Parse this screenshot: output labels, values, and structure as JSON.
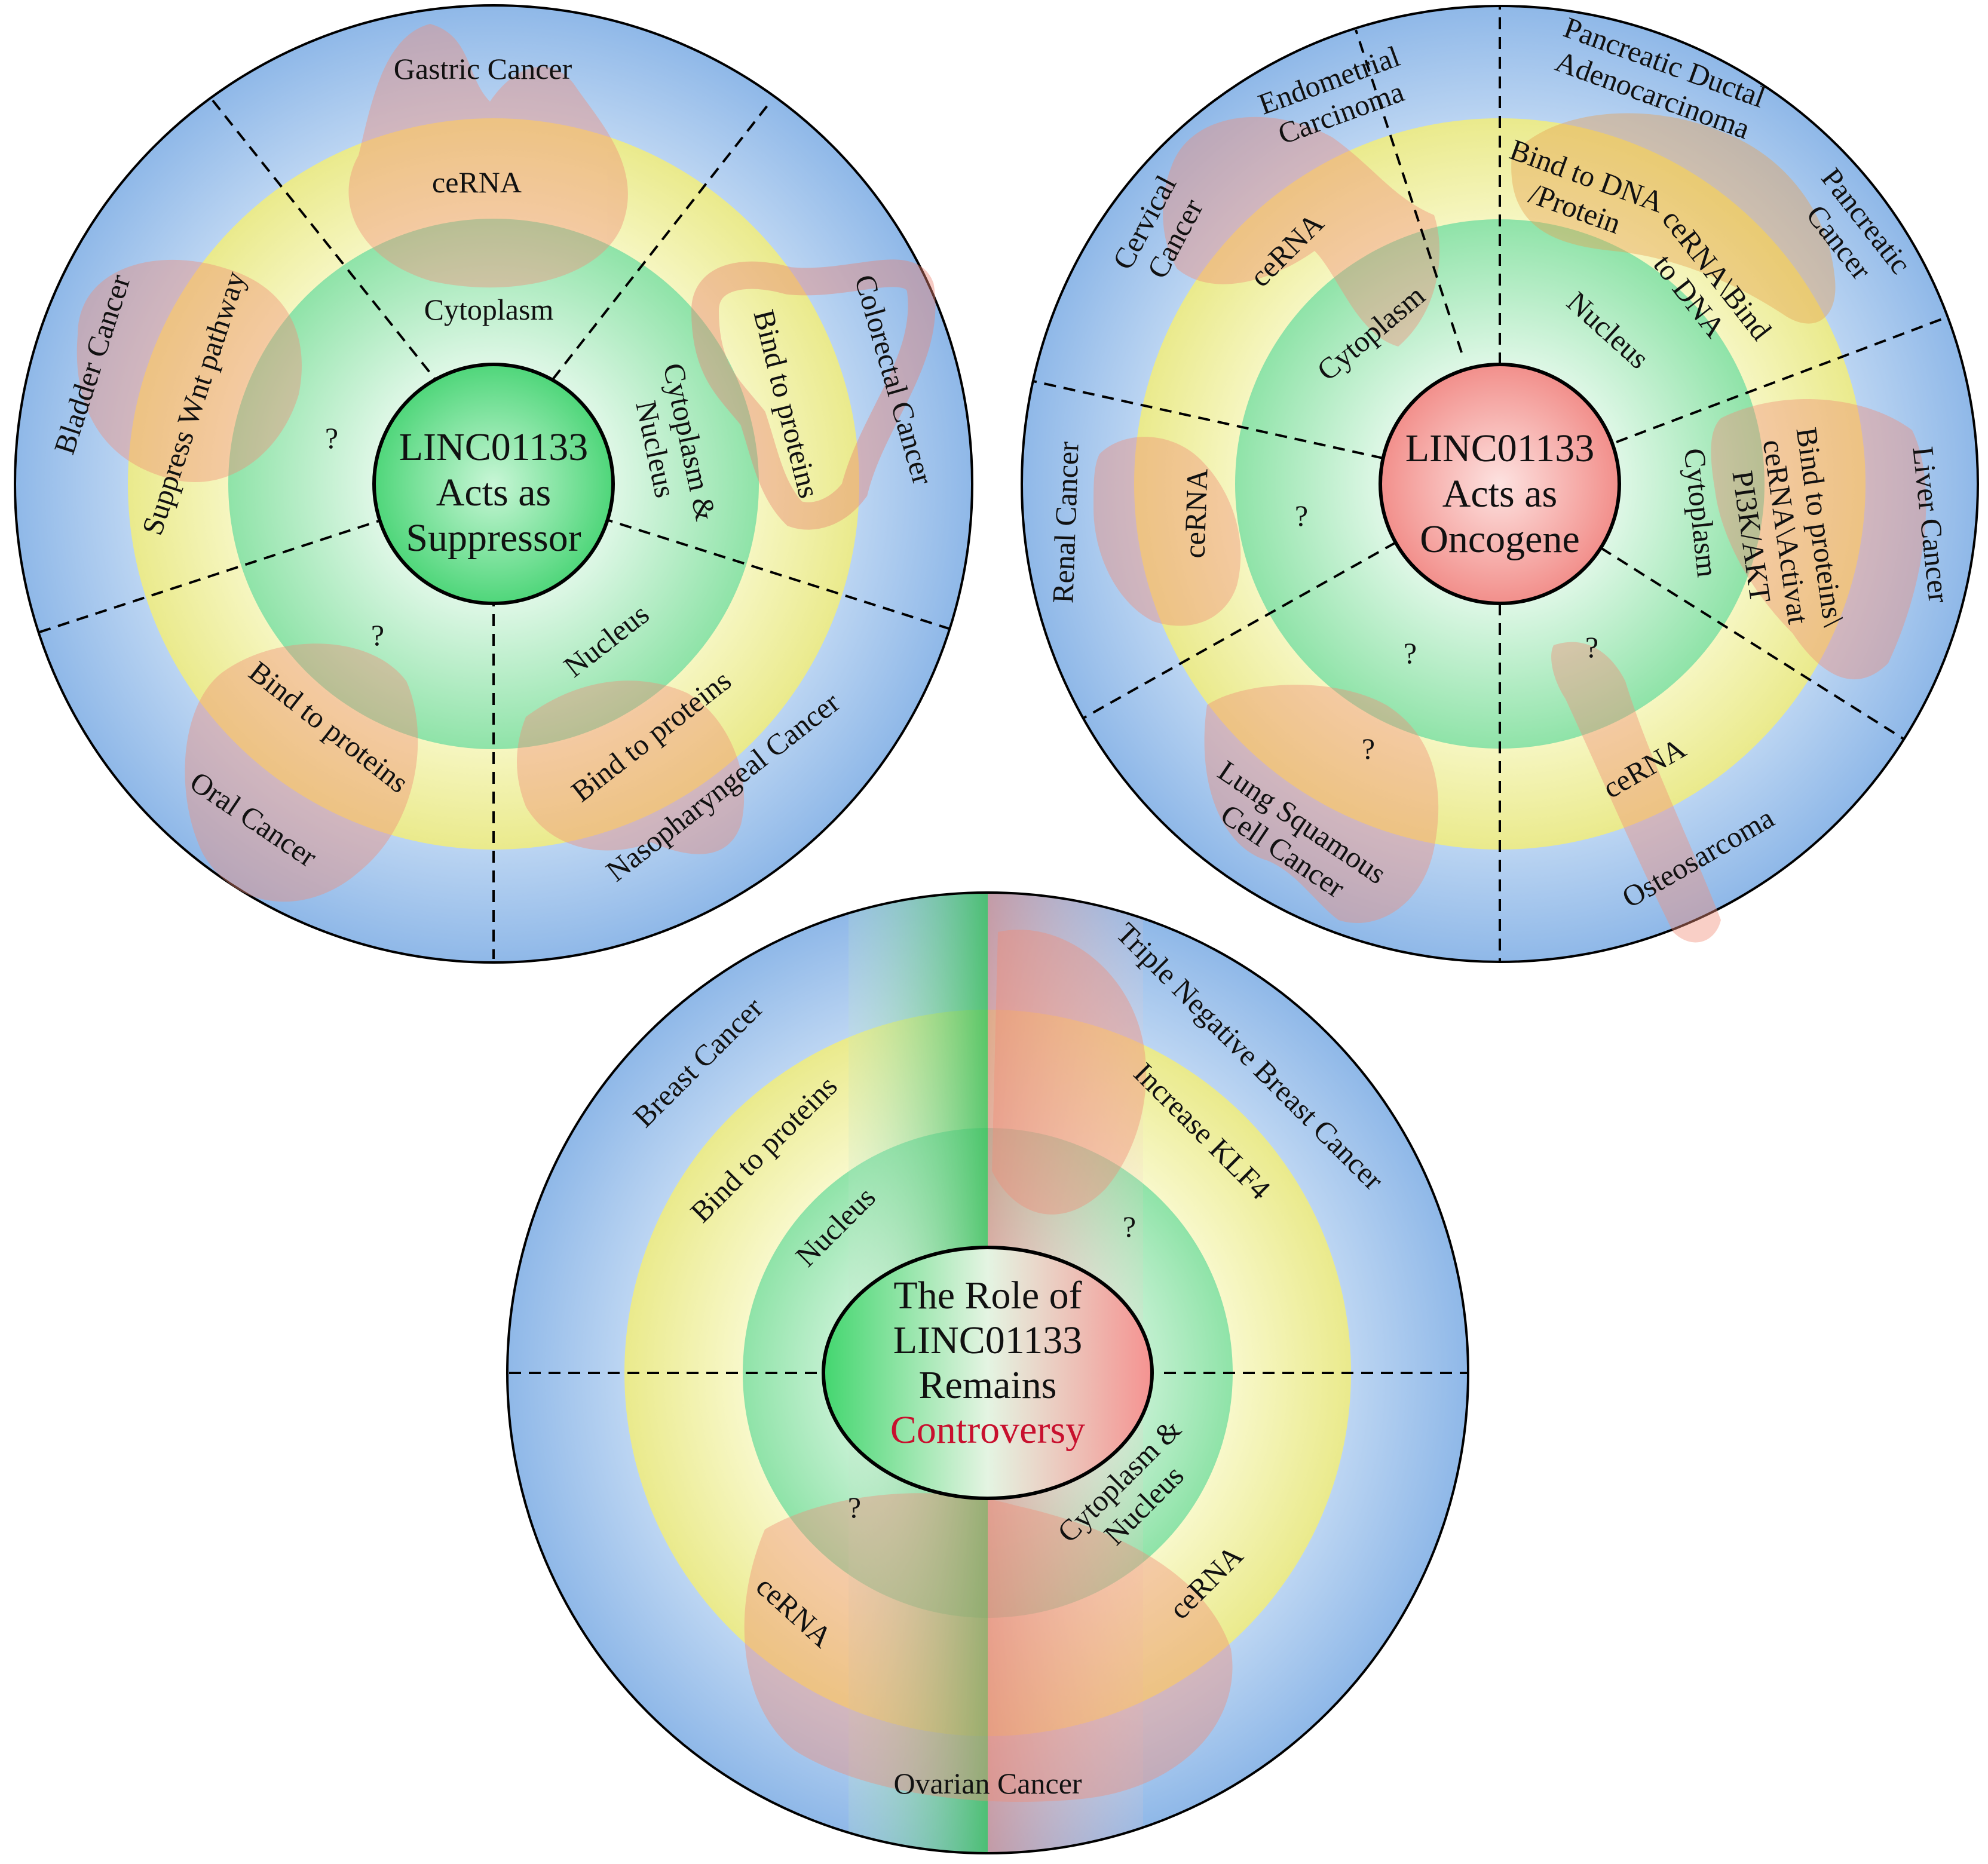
{
  "suppressor": {
    "center": [
      "LINC01133",
      "Acts as",
      "Suppressor"
    ],
    "cancers": {
      "gastric": "Gastric Cancer",
      "colorectal": "Colorectal Cancer",
      "nasopharyngeal": "Nasopharyngeal Cancer",
      "oral": "Oral Cancer",
      "bladder": "Bladder Cancer"
    },
    "mechanisms": {
      "gastric": "ceRNA",
      "colorectal": "Bind to proteins",
      "nasopharyngeal": "Bind to proteins",
      "oral": "Bind to proteins",
      "bladder": "Suppress Wnt pathway"
    },
    "locations": {
      "gastric": "Cytoplasm",
      "colorectal": [
        "Cytoplasm &",
        "Nucleus"
      ],
      "nasopharyngeal": "Nucleus",
      "oral": "?",
      "bladder": "?"
    }
  },
  "oncogene": {
    "center": [
      "LINC01133",
      "Acts as",
      "Oncogene"
    ],
    "cancers": {
      "pdac": [
        "Pancreatic Ductal",
        "Adenocarcinoma"
      ],
      "pancreatic": [
        "Pancreatic",
        "Cancer"
      ],
      "liver": "Liver Cancer",
      "osteosarcoma": "Osteosarcoma",
      "lung": [
        "Lung Squamous",
        "Cell Cancer"
      ],
      "renal": "Renal Cancer",
      "cervical": [
        "Cervical",
        "Cancer"
      ],
      "endometrial": [
        "Endometrial",
        "Carcinoma"
      ]
    },
    "mechanisms": {
      "pdac": [
        "Bind to DNA",
        "/Protein"
      ],
      "pancreatic": [
        "ceRNA\\Bind",
        "to DNA"
      ],
      "liver": [
        "Bind to proteins\\",
        "ceRNA\\Activat",
        "PI3K/AKT"
      ],
      "osteosarcoma": "ceRNA",
      "lung": "?",
      "renal": "ceRNA",
      "cervical": "ceRNA"
    },
    "locations": {
      "nucleus": "Nucleus",
      "liver": "Cytoplasm",
      "osteosarcoma": "?",
      "lung": "?",
      "renal": "?",
      "cytoplasm": "Cytoplasm"
    }
  },
  "controversy": {
    "center": [
      "The Role of",
      "LINC01133",
      "Remains"
    ],
    "center_highlight": "Controversy",
    "cancers": {
      "breast": "Breast Cancer",
      "tnbc": "Triple Negative Breast Cancer",
      "ovarian": "Ovarian Cancer"
    },
    "mechanisms": {
      "breast": "Bind to proteins",
      "tnbc": "Increase KLF4",
      "ovarian_left": "ceRNA",
      "ovarian_right": "ceRNA"
    },
    "locations": {
      "breast": "Nucleus",
      "tnbc": "?",
      "ovarian_left": "?",
      "ovarian_right": [
        "Cytoplasm &",
        "Nucleus"
      ]
    }
  },
  "colors": {
    "outer_ring": "#a9cbef",
    "middle_ring": "#f1f1a5",
    "inner_ring": "#a9ecbb",
    "suppressor_center": "#5fdc83",
    "oncogene_center": "#f4a3a0",
    "controversy_text": "#c8102e",
    "organ_tint": "#f08c78"
  }
}
